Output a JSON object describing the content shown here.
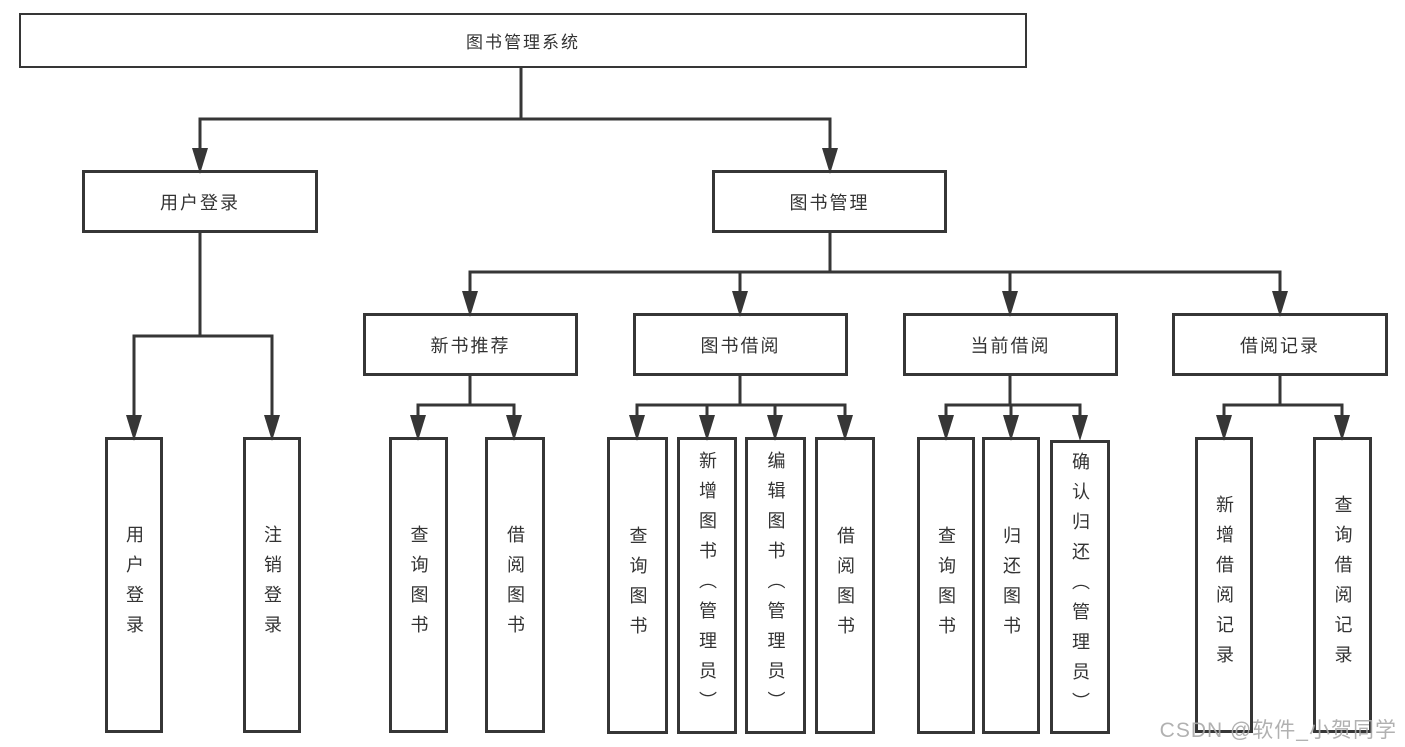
{
  "colors": {
    "line": "#363636",
    "text": "#333333",
    "background": "#ffffff"
  },
  "watermark": {
    "text": "CSDN @软件_小贺同学"
  },
  "tree": {
    "root": {
      "label": "图书管理系统",
      "children": [
        {
          "label": "用户登录",
          "children": [
            {
              "label": "用户登录"
            },
            {
              "label": "注销登录"
            }
          ]
        },
        {
          "label": "图书管理",
          "children": [
            {
              "label": "新书推荐",
              "children": [
                {
                  "label": "查询图书"
                },
                {
                  "label": "借阅图书"
                }
              ]
            },
            {
              "label": "图书借阅",
              "children": [
                {
                  "label": "查询图书"
                },
                {
                  "label": "新增图书（管理员）"
                },
                {
                  "label": "编辑图书（管理员）"
                },
                {
                  "label": "借阅图书"
                }
              ]
            },
            {
              "label": "当前借阅",
              "children": [
                {
                  "label": "查询图书"
                },
                {
                  "label": "归还图书"
                },
                {
                  "label": "确认归还（管理员）"
                }
              ]
            },
            {
              "label": "借阅记录",
              "children": [
                {
                  "label": "新增借阅记录"
                },
                {
                  "label": "查询借阅记录"
                }
              ]
            }
          ]
        }
      ]
    }
  }
}
